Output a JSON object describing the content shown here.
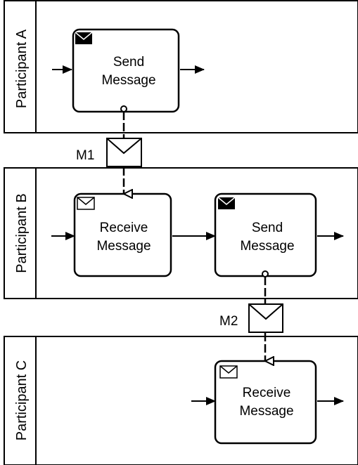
{
  "lanes": [
    {
      "label": "Participant A"
    },
    {
      "label": "Participant B"
    },
    {
      "label": "Participant C"
    }
  ],
  "tasks": {
    "a_send": {
      "line1": "Send",
      "line2": "Message"
    },
    "b_receive": {
      "line1": "Receive",
      "line2": "Message"
    },
    "b_send": {
      "line1": "Send",
      "line2": "Message"
    },
    "c_receive": {
      "line1": "Receive",
      "line2": "Message"
    }
  },
  "messages": {
    "m1": {
      "label": "M1"
    },
    "m2": {
      "label": "M2"
    }
  }
}
